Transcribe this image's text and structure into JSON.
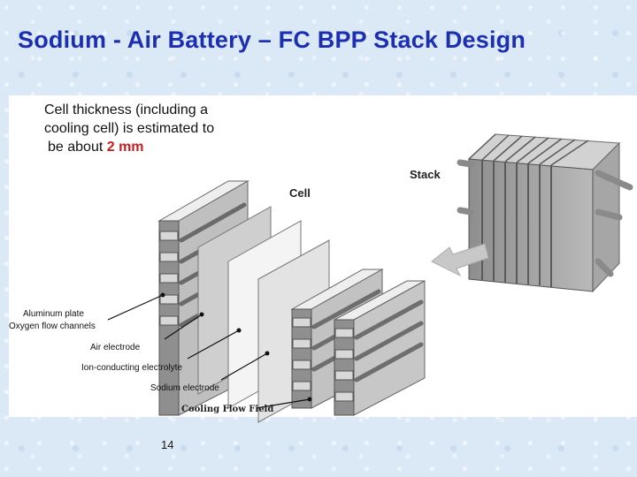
{
  "slide": {
    "title": "Sodium - Air Battery – FC BPP Stack Design",
    "page_number": "14"
  },
  "note": {
    "line1": "Cell thickness (including a",
    "line2": "cooling cell) is estimated to",
    "line3_prefix": "be about ",
    "line3_value": "2 mm"
  },
  "diagram": {
    "cell_label": "Cell",
    "stack_label": "Stack",
    "callouts": [
      "Aluminum plate",
      "Oxygen flow channels",
      "Air electrode",
      "Ion-conducting electrolyte",
      "Sodium electrode",
      "Cooling Flow Field"
    ]
  }
}
